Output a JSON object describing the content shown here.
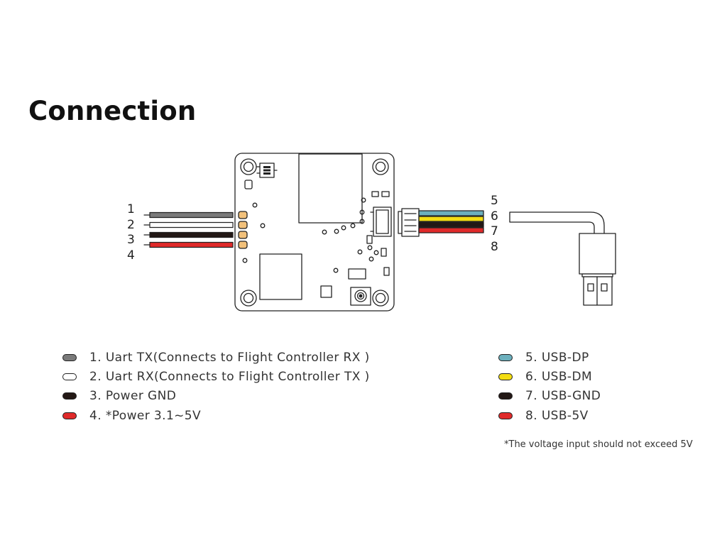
{
  "title": "Connection",
  "left_pin_numbers": [
    "1",
    "2",
    "3",
    "4"
  ],
  "right_pin_numbers": [
    "5",
    "6",
    "7",
    "8"
  ],
  "legend_left": [
    {
      "label": "1. Uart TX(Connects to Flight Controller RX )",
      "color": "#7a7a7a"
    },
    {
      "label": "2. Uart RX(Connects to Flight Controller TX )",
      "color": "#ffffff"
    },
    {
      "label": "3. Power GND",
      "color": "#231815"
    },
    {
      "label": "4.  *Power 3.1~5V",
      "color": "#e02a2a"
    }
  ],
  "legend_right": [
    {
      "label": "5. USB-DP",
      "color": "#6cb0bd"
    },
    {
      "label": "6. USB-DM",
      "color": "#f3dd12"
    },
    {
      "label": "7. USB-GND",
      "color": "#231815"
    },
    {
      "label": "8. USB-5V",
      "color": "#e02a2a"
    }
  ],
  "note": "*The voltage input should not exceed 5V",
  "colors": {
    "pad": "#f2c17b",
    "outline": "#222222",
    "wire_gray": "#7a7a7a",
    "wire_white": "#ffffff",
    "wire_black": "#231815",
    "wire_red": "#e02a2a",
    "wire_teal": "#6cb0bd",
    "wire_yellow": "#f3dd12"
  }
}
